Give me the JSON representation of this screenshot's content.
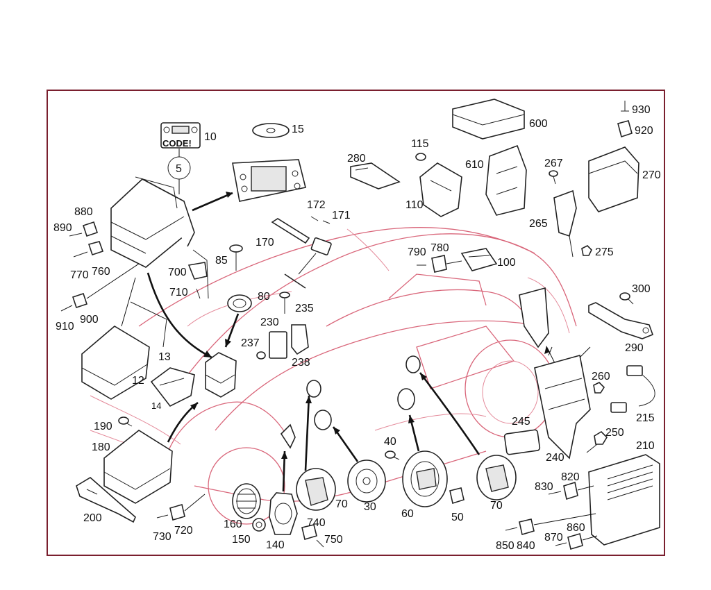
{
  "callouts": {
    "n5": "5",
    "n10": "10",
    "n12": "12",
    "n13": "13",
    "n14": "14",
    "n15": "15",
    "n30": "30",
    "n40": "40",
    "n50": "50",
    "n60": "60",
    "n70a": "70",
    "n70b": "70",
    "n80": "80",
    "n85": "85",
    "n100": "100",
    "n110": "110",
    "n115": "115",
    "n140": "140",
    "n150": "150",
    "n160": "160",
    "n170": "170",
    "n171": "171",
    "n172": "172",
    "n180": "180",
    "n190": "190",
    "n200": "200",
    "n210": "210",
    "n215": "215",
    "n230": "230",
    "n235": "235",
    "n237": "237",
    "n238": "238",
    "n240": "240",
    "n245": "245",
    "n250": "250",
    "n260": "260",
    "n265": "265",
    "n267": "267",
    "n270": "270",
    "n275": "275",
    "n280": "280",
    "n290": "290",
    "n300": "300",
    "n600": "600",
    "n610": "610",
    "n700": "700",
    "n710": "710",
    "n720": "720",
    "n730": "730",
    "n740": "740",
    "n750": "750",
    "n760": "760",
    "n770": "770",
    "n780": "780",
    "n790": "790",
    "n820": "820",
    "n830": "830",
    "n840": "840",
    "n850": "850",
    "n860": "860",
    "n870": "870",
    "n880": "880",
    "n890": "890",
    "n900": "900",
    "n910": "910",
    "n920": "920",
    "n930": "930"
  },
  "code_card_text": "CODE!",
  "colors": {
    "frame": "#7a1f2e",
    "car_outline": "#d9667a",
    "part_line": "#222222"
  }
}
